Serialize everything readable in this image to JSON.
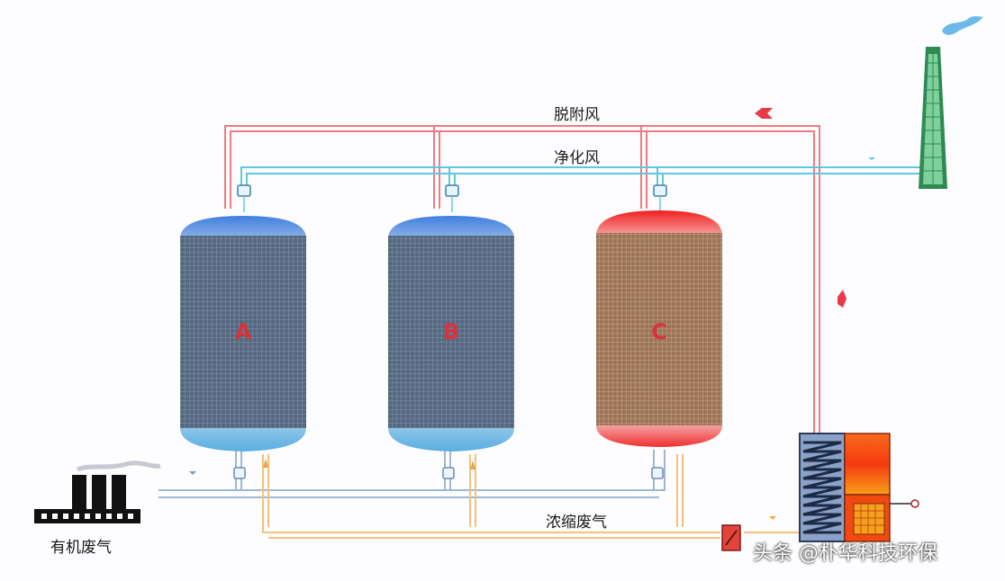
{
  "labels": {
    "desorption_air": "脱附风",
    "purified_air": "净化风",
    "concentrated_exhaust": "浓缩废气",
    "organic_exhaust": "有机废气"
  },
  "tanks": [
    {
      "letter": "A",
      "state": "adsorbing",
      "color": "#5a6f88"
    },
    {
      "letter": "B",
      "state": "adsorbing",
      "color": "#5a6f88"
    },
    {
      "letter": "C",
      "state": "desorbing",
      "color": "#a07a62"
    }
  ],
  "watermark": {
    "at_symbol": "头条 @",
    "name": "朴华科技环保"
  },
  "colors": {
    "desorption_line": "#f07a80",
    "purified_line": "#5ec8dc",
    "exhaust_line": "#9fb6d6",
    "concentrated_line": "#f3c177",
    "tank_cap_blue": "#5b8fd6",
    "tank_cap_red": "#f24a4a",
    "chimney": "#6cc08a"
  }
}
